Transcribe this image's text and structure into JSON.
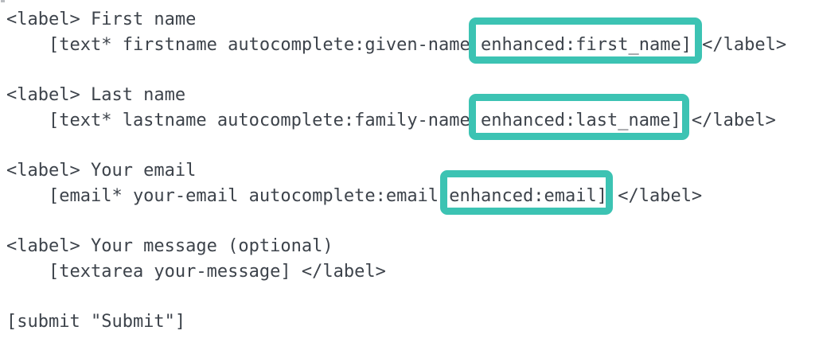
{
  "page": {
    "description": "Contact Form 7 form template code with annotated enhanced tags",
    "background_color": "#ffffff",
    "text_color": "#3d434b",
    "highlight_color": "#3cc3b3"
  },
  "code": {
    "lines": [
      "<label> First name",
      "    [text* firstname autocomplete:given-name enhanced:first_name] </label>",
      "",
      "<label> Last name",
      "    [text* lastname autocomplete:family-name enhanced:last_name] </label>",
      "",
      "<label> Your email",
      "    [email* your-email autocomplete:email enhanced:email] </label>",
      "",
      "<label> Your message (optional)",
      "    [textarea your-message] </label>",
      "",
      "[submit \"Submit\"]"
    ]
  },
  "annotations": {
    "boxes": [
      {
        "highlighted_text": "enhanced:first_name"
      },
      {
        "highlighted_text": "enhanced:last_name"
      },
      {
        "highlighted_text": "enhanced:email"
      }
    ]
  }
}
